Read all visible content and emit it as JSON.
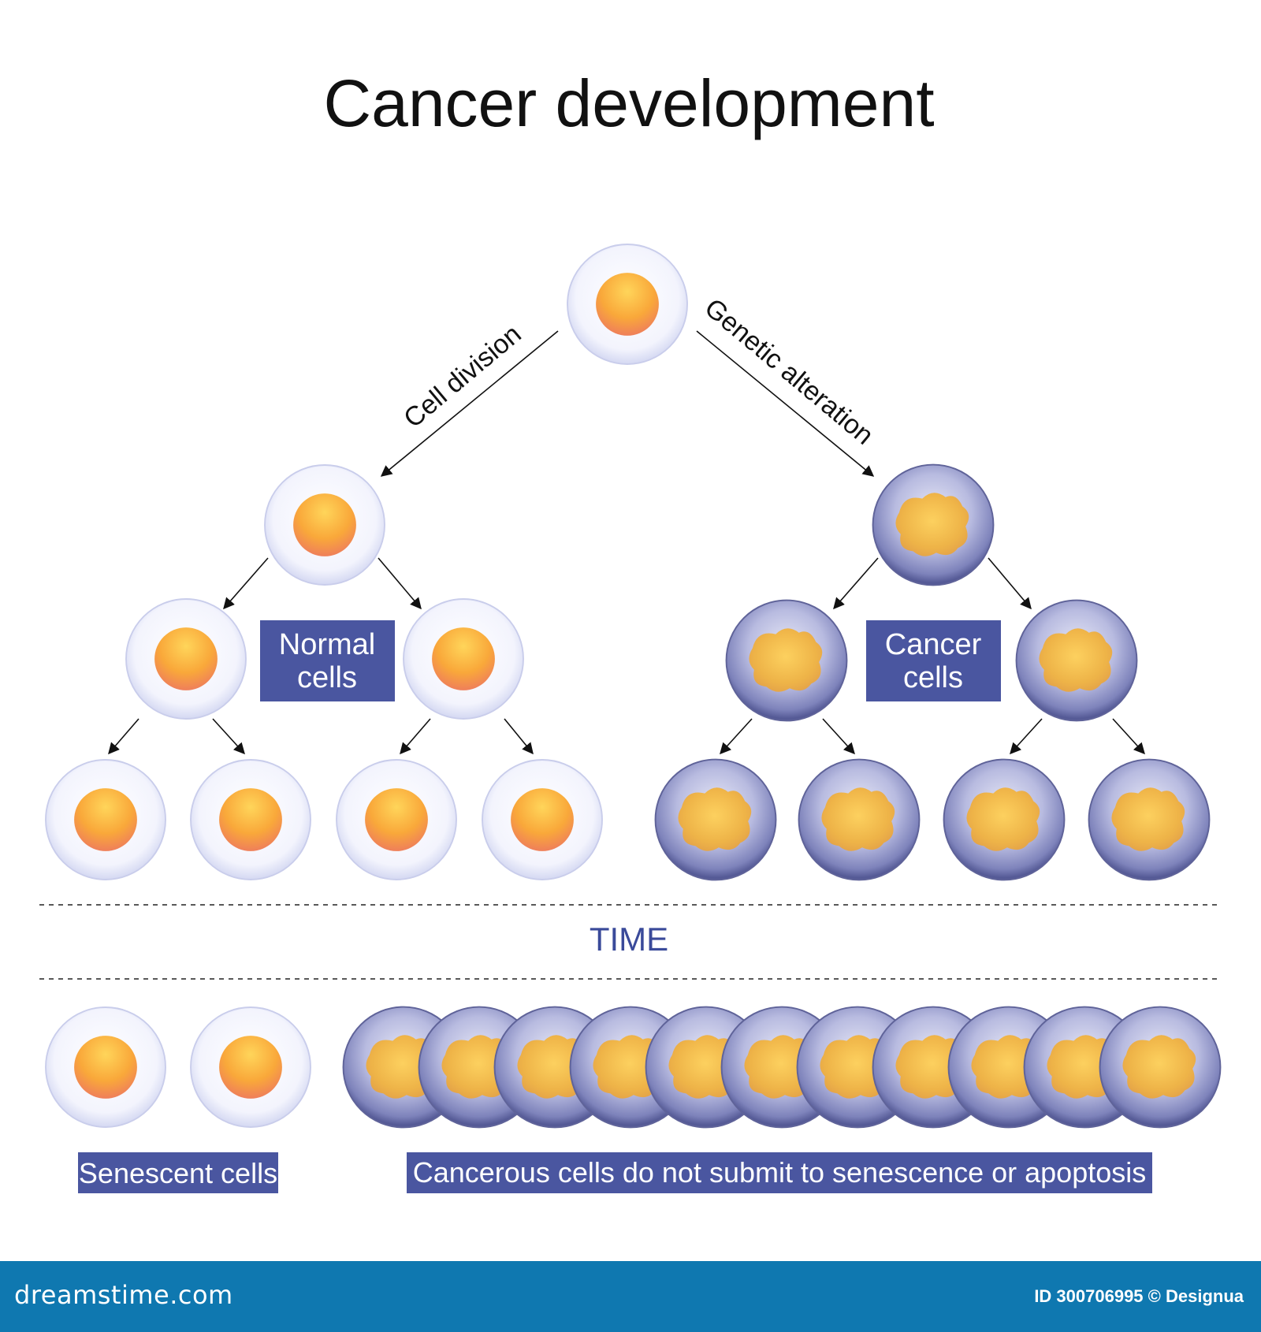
{
  "title": "Cancer development",
  "labels": {
    "cell_division": "Cell division",
    "genetic_alteration": "Genetic alteration",
    "normal_cells_line1": "Normal",
    "normal_cells_line2": "cells",
    "cancer_cells_line1": "Cancer",
    "cancer_cells_line2": "cells",
    "time": "TIME",
    "senescent_cells": "Senescent cells",
    "cancerous_note": "Cancerous cells do not submit to senescence or apoptosis"
  },
  "footer": {
    "brand": "dreamstime.com",
    "id_text": "ID 300706995 © Designua"
  },
  "colors": {
    "label_box": "#4a56a0",
    "time_text": "#3a4a9a",
    "normal_membrane": "#eef0fb",
    "normal_nucleus": "#f7a23a",
    "cancer_membrane": "#8d92c2",
    "cancer_nucleus": "#f2b238",
    "footer_bg": "#0f78b0"
  },
  "icons": {
    "normal_cell": "normal-cell-icon",
    "cancer_cell": "cancer-cell-icon"
  }
}
